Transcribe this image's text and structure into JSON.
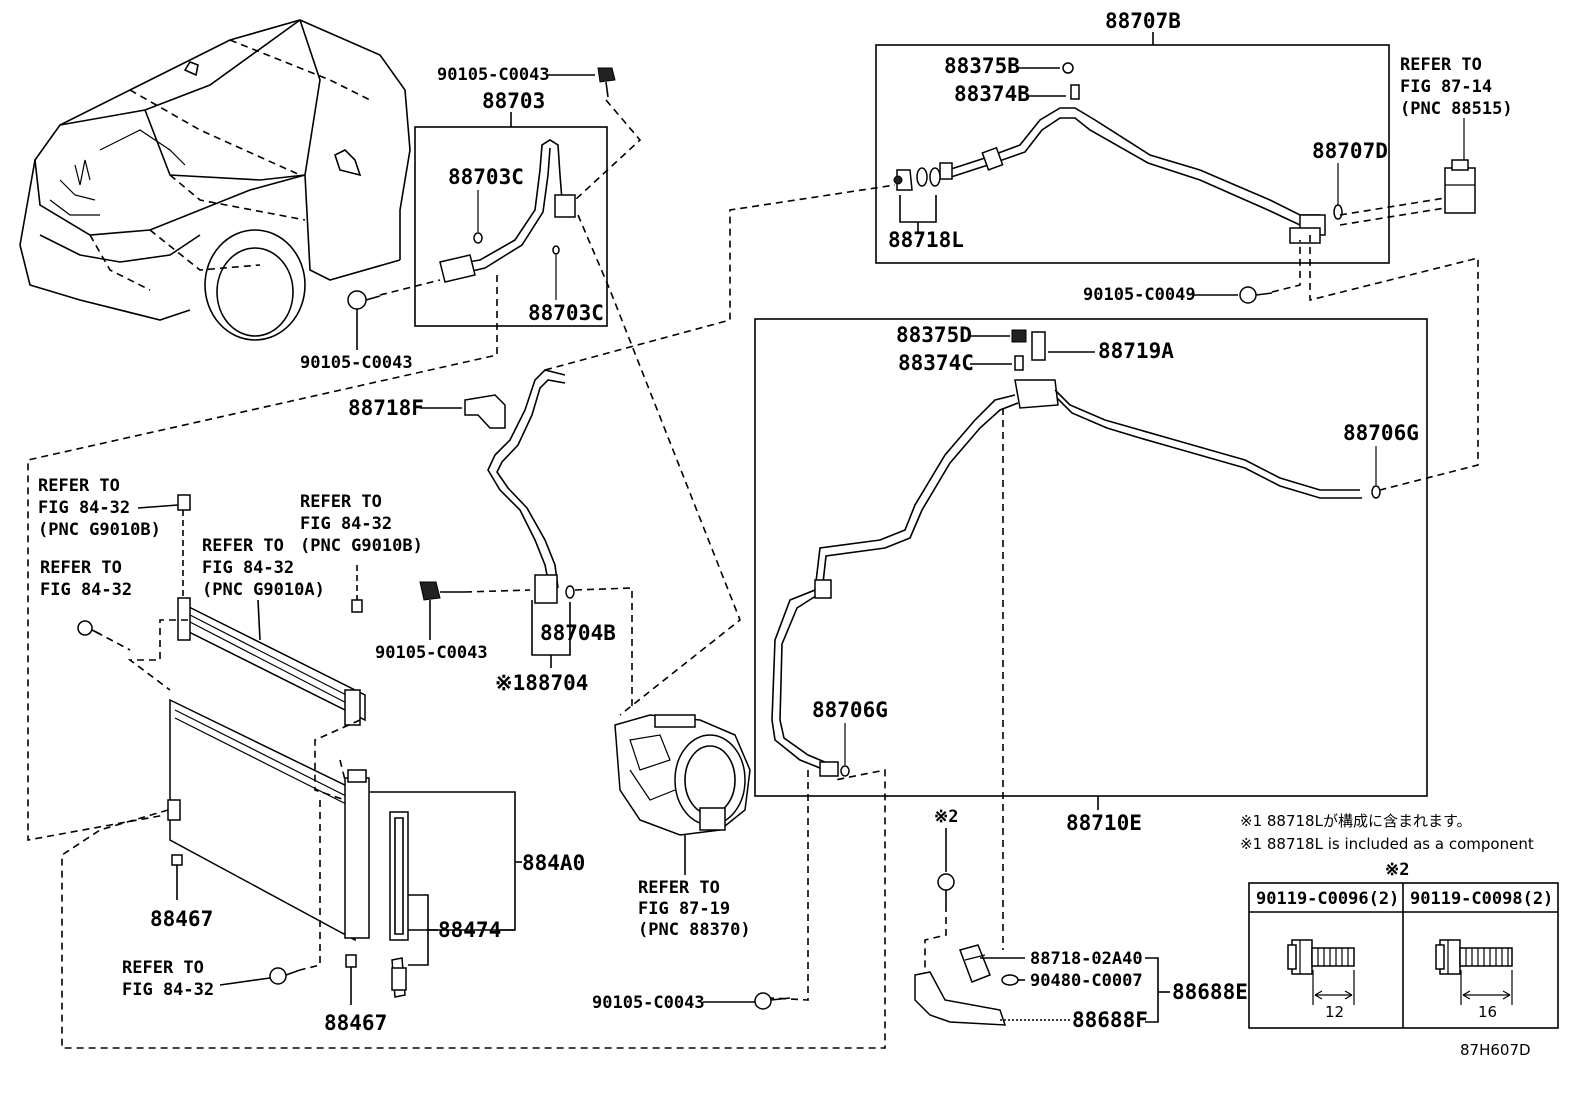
{
  "labels": {
    "p88707B": "88707B",
    "p88375B": "88375B",
    "p88374B": "88374B",
    "p88718L": "88718L",
    "p88707D": "88707D",
    "p90105_C0049": "90105-C0049",
    "ref_87_14_a": "REFER TO",
    "ref_87_14_b": "FIG 87-14",
    "ref_87_14_c": "(PNC 88515)",
    "p90105_C0043_top": "90105-C0043",
    "p88703": "88703",
    "p88703C_a": "88703C",
    "p88703C_b": "88703C",
    "p90105_C0043_left": "90105-C0043",
    "p88718F": "88718F",
    "p88375D": "88375D",
    "p88374C": "88374C",
    "p88719A": "88719A",
    "p88706G_right": "88706G",
    "p88706G_left": "88706G",
    "p88710E": "88710E",
    "ref_g9010b_1_a": "REFER TO",
    "ref_g9010b_1_b": "FIG 84-32",
    "ref_g9010b_1_c": "(PNC G9010B)",
    "ref_g9010b_2_a": "REFER TO",
    "ref_g9010b_2_b": "FIG 84-32",
    "ref_g9010b_2_c": "(PNC G9010B)",
    "ref_g9010a_a": "REFER TO",
    "ref_g9010a_b": "FIG 84-32",
    "ref_g9010a_c": "(PNC G9010A)",
    "ref_84_32_left_a": "REFER TO",
    "ref_84_32_left_b": "FIG 84-32",
    "p90105_C0043_mid": "90105-C0043",
    "p88704B": "88704B",
    "p88704": "※188704",
    "p884A0": "884A0",
    "p88474": "88474",
    "p88467_a": "88467",
    "p88467_b": "88467",
    "ref_84_32_bottom_a": "REFER TO",
    "ref_84_32_bottom_b": "FIG 84-32",
    "ref_87_19_a": "REFER TO",
    "ref_87_19_b": "FIG 87-19",
    "ref_87_19_c": "(PNC 88370)",
    "p90105_C0043_bottom": "90105-C0043",
    "note2_mark": "※2",
    "p88718_02A40": "88718-02A40",
    "p90480_C0007": "90480-C0007",
    "p88688E": "88688E",
    "p88688F": "88688F",
    "note1_jp": "※1 88718Lが構成に含まれます。",
    "note1_en": "※1 88718L is included as a component",
    "diagram_code": "87H607D"
  },
  "bolt_table": {
    "mark": "※2",
    "columns": [
      {
        "part": "90119-C0096(2)",
        "length": "12"
      },
      {
        "part": "90119-C0098(2)",
        "length": "16"
      }
    ]
  }
}
